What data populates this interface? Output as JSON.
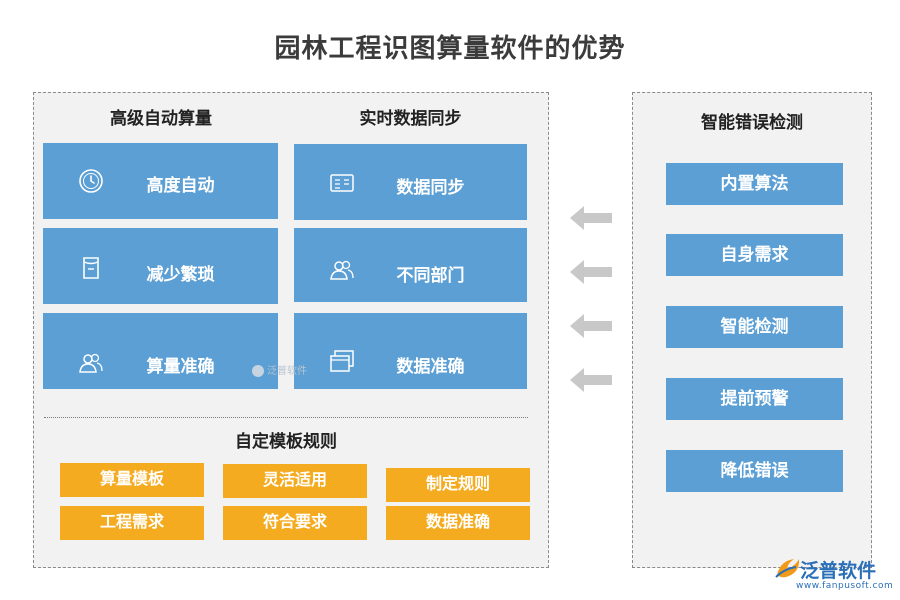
{
  "title": "园林工程识图算量软件的优势",
  "left_panel": {
    "col1_title": "高级自动算量",
    "col2_title": "实时数据同步",
    "col1_tiles": [
      {
        "label": "高度自动",
        "icon": "clock-icon"
      },
      {
        "label": "减少繁琐",
        "icon": "document-icon"
      },
      {
        "label": "算量准确",
        "icon": "people-icon"
      }
    ],
    "col2_tiles": [
      {
        "label": "数据同步",
        "icon": "list-card-icon"
      },
      {
        "label": "不同部门",
        "icon": "people-icon"
      },
      {
        "label": "数据准确",
        "icon": "windows-icon"
      }
    ],
    "bottom_title": "自定模板规则",
    "chips": [
      "算量模板",
      "灵活适用",
      "制定规则",
      "工程需求",
      "符合要求",
      "数据准确"
    ]
  },
  "right_panel": {
    "title": "智能错误检测",
    "items": [
      "内置算法",
      "自身需求",
      "智能检测",
      "提前预警",
      "降低错误"
    ]
  },
  "watermark": "泛普软件",
  "logo": {
    "name": "泛普软件",
    "url": "www.fanpusoft.com"
  },
  "colors": {
    "tile_blue": "#5b9fd4",
    "chip_orange": "#f5ab1f",
    "panel_gray": "#f2f2f2",
    "arrow_gray": "#c8c8c8"
  }
}
